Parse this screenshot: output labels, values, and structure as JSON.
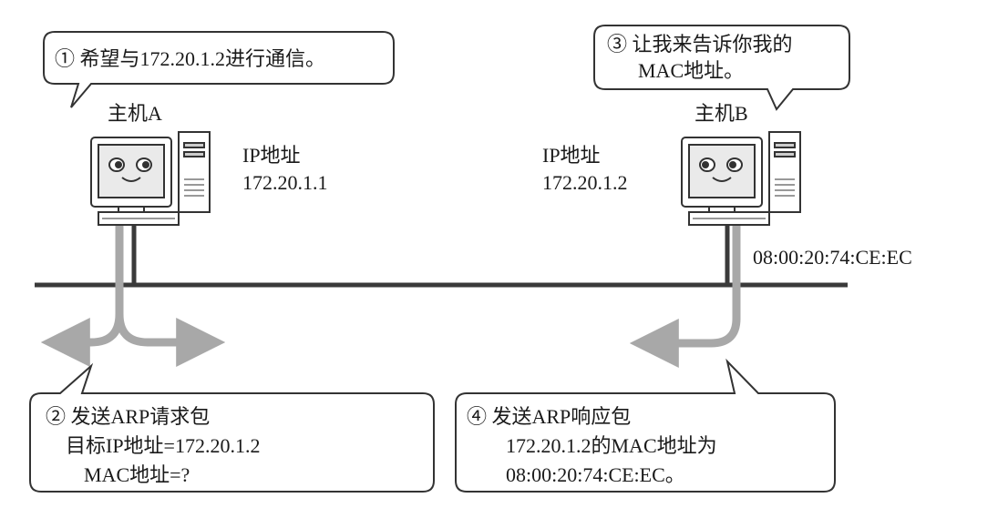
{
  "hosts": {
    "a": {
      "label": "主机A",
      "ip_label": "IP地址",
      "ip": "172.20.1.1"
    },
    "b": {
      "label": "主机B",
      "ip_label": "IP地址",
      "ip": "172.20.1.2",
      "mac": "08:00:20:74:CE:EC"
    }
  },
  "bubbles": {
    "step1": {
      "lines": [
        "① 希望与172.20.1.2进行通信。"
      ]
    },
    "step2": {
      "lines": [
        "② 发送ARP请求包",
        "目标IP地址=172.20.1.2",
        "MAC地址=?"
      ]
    },
    "step3": {
      "lines": [
        "③ 让我来告诉你我的",
        "MAC地址。"
      ]
    },
    "step4": {
      "lines": [
        "④ 发送ARP响应包",
        "172.20.1.2的MAC地址为",
        "08:00:20:74:CE:EC。"
      ]
    }
  },
  "colors": {
    "network_line": "#3a3a3a",
    "arrow": "#a8a8a8",
    "outline": "#333333"
  }
}
